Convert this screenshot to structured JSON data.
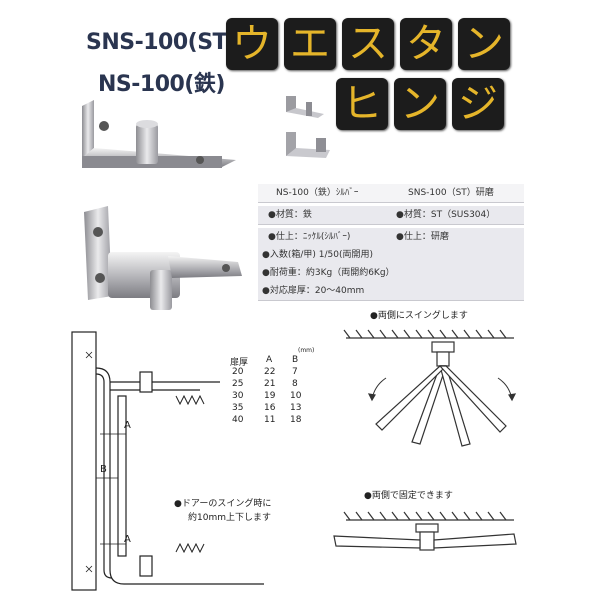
{
  "models": {
    "st": "SNS-100(ST)",
    "iron": "NS-100(鉄)"
  },
  "title_chars": [
    "ウ",
    "エ",
    "ス",
    "タ",
    "ン",
    "ヒ",
    "ン",
    "ジ"
  ],
  "spec": {
    "header_left": "NS-100（鉄）ｼﾙﾊﾞｰ",
    "header_right": "SNS-100（ST）研磨",
    "material_left": "●材質：鉄",
    "material_right": "●材質：ST（SUS304）",
    "finish_left": "●仕上：ﾆｯｹﾙ(ｼﾙﾊﾞｰ)",
    "finish_right": "●仕上：研磨",
    "quantity": "●入数(箱/甲) 1/50(両開用)",
    "load": "●耐荷重：約3Kg（両開約6Kg）",
    "thickness": "●対応扉厚：20～40mm"
  },
  "dimensions": {
    "unit": "(mm)",
    "headers": [
      "扉厚",
      "A",
      "B"
    ],
    "rows": [
      [
        "20",
        "22",
        "7"
      ],
      [
        "25",
        "21",
        "8"
      ],
      [
        "30",
        "19",
        "10"
      ],
      [
        "35",
        "16",
        "13"
      ],
      [
        "40",
        "11",
        "18"
      ]
    ]
  },
  "labels": {
    "a_top": "A",
    "a_bottom": "A",
    "b": "B"
  },
  "notes": {
    "swing_both": "●両側にスイングします",
    "fixed_both": "●両側で固定できます",
    "door_note_1": "●ドアーのスイング時に",
    "door_note_2": "約10mm上下します"
  }
}
